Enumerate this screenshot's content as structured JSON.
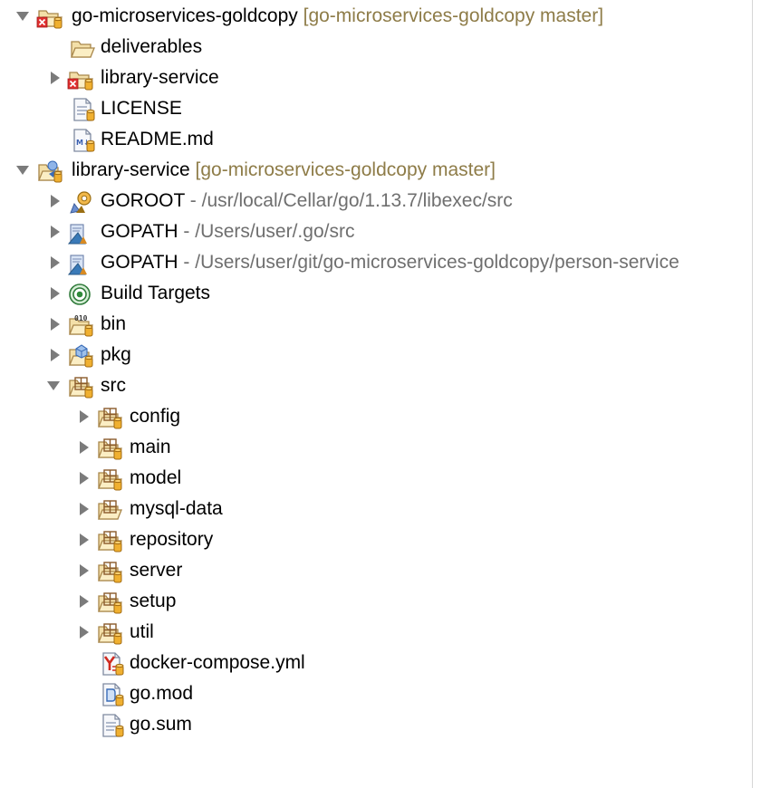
{
  "tree": {
    "root": {
      "label": "go-microservices-goldcopy",
      "decoration": "[go-microservices-goldcopy master]",
      "children": [
        {
          "label": "deliverables"
        },
        {
          "label": "library-service"
        },
        {
          "label": "LICENSE"
        },
        {
          "label": "README.md"
        }
      ]
    },
    "project": {
      "label": "library-service",
      "decoration": "[go-microservices-goldcopy master]",
      "goroot": {
        "label": "GOROOT",
        "path": "- /usr/local/Cellar/go/1.13.7/libexec/src"
      },
      "gopath1": {
        "label": "GOPATH",
        "path": "- /Users/user/.go/src"
      },
      "gopath2": {
        "label": "GOPATH",
        "path": "- /Users/user/git/go-microservices-goldcopy/person-service"
      },
      "build_targets": {
        "label": "Build Targets"
      },
      "bin": {
        "label": "bin"
      },
      "pkg": {
        "label": "pkg"
      },
      "src": {
        "label": "src",
        "children": [
          {
            "label": "config"
          },
          {
            "label": "main"
          },
          {
            "label": "model"
          },
          {
            "label": "mysql-data"
          },
          {
            "label": "repository"
          },
          {
            "label": "server"
          },
          {
            "label": "setup"
          },
          {
            "label": "util"
          },
          {
            "label": "docker-compose.yml"
          },
          {
            "label": "go.mod"
          },
          {
            "label": "go.sum"
          }
        ]
      }
    }
  },
  "colors": {
    "decoration": "#8e7c48",
    "path": "#6f6f6f",
    "twisty": "#7b7b7b",
    "folder_fill": "#f3dfa8",
    "folder_stroke": "#a8864a"
  }
}
